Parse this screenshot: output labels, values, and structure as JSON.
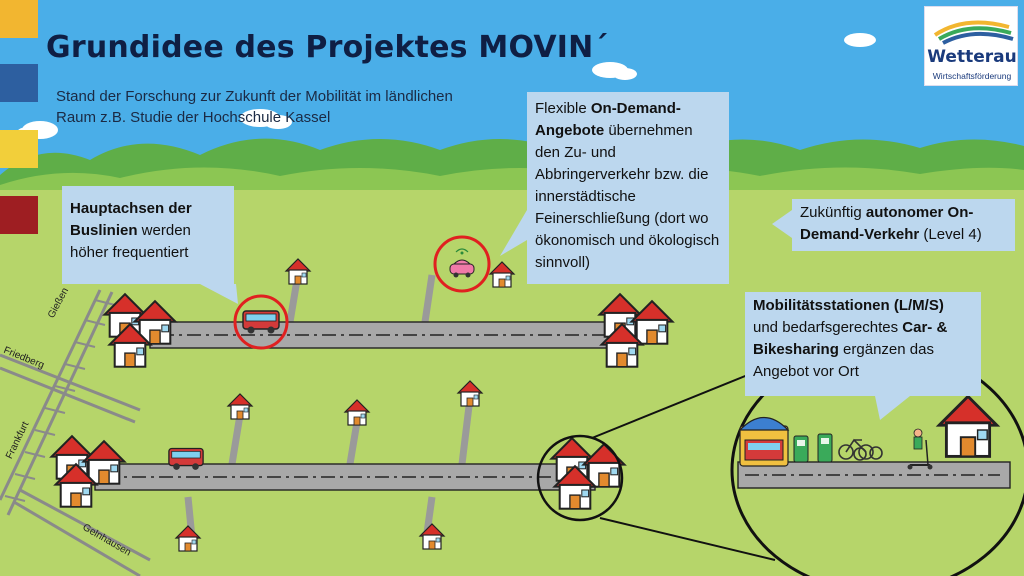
{
  "title": "Grundidee des Projektes MOVIN´",
  "subtitle": "Stand der Forschung zur Zukunft der Mobilität im ländlichen Raum z.B. Studie der Hochschule Kassel",
  "callouts": {
    "hauptachsen": {
      "b1": "Hauptachsen der Buslinien",
      "t1": " werden höher frequentiert"
    },
    "ondemand": {
      "t1": "Flexible ",
      "b1": "On-Demand-Angebote",
      "t2": " übernehmen den Zu- und Abbringerverkehr bzw. die innerstädtische Feinerschließung (dort wo ökonomisch und ökologisch sinnvoll)"
    },
    "autonom": {
      "t1": "Zukünftig ",
      "b1": "autonomer On-Demand-Verkehr",
      "t2": " (Level 4)"
    },
    "mobilstationen": {
      "b1": "Mobilitätsstationen (L/M/S)",
      "t1": " und bedarfsgerechtes ",
      "b2": "Car- & Bikesharing",
      "t2": " ergänzen das Angebot vor Ort"
    }
  },
  "logo": {
    "name": "Wetterau",
    "sub": "Wirtschaftsförderung"
  },
  "rail_labels": {
    "giessen": "Gießen",
    "friedberg": "Friedberg",
    "frankfurt": "Frankfurt",
    "gelnhausen": "Gelnhausen"
  },
  "colors": {
    "title": "#0f1f44",
    "sky": "#4aaee8",
    "meadow": "#b6d56a",
    "callout": "#bcd7ee",
    "highlight_ring": "#e02020",
    "side_tabs": [
      "#f2b630",
      "#2d5fa0",
      "#f2cf3a",
      "#9e1e22"
    ]
  }
}
